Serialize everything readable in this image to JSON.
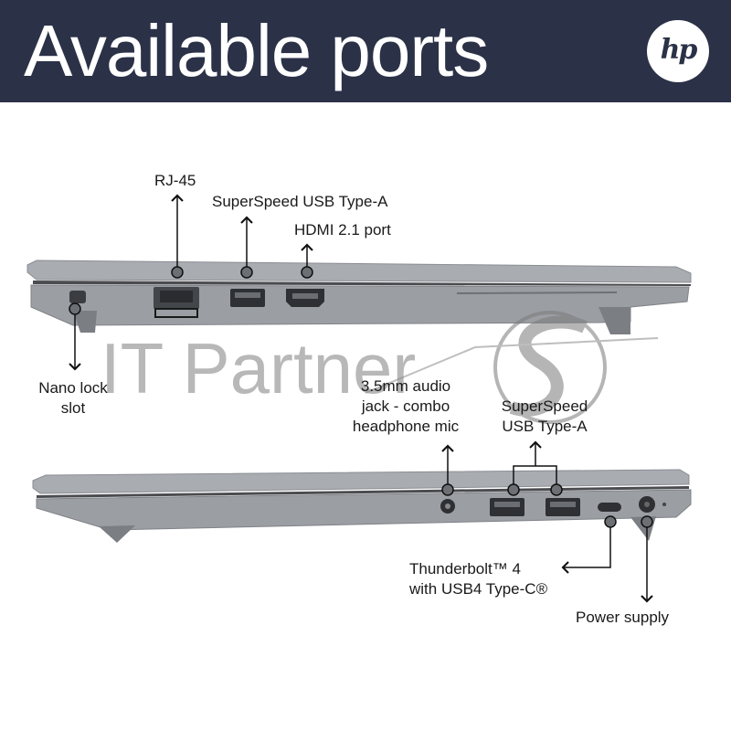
{
  "header": {
    "title": "Available ports",
    "brand_logo": "hp",
    "bg_color": "#2b3147"
  },
  "watermark": "IT Partner",
  "top_view": {
    "labels": {
      "rj45": "RJ-45",
      "usb_a": "SuperSpeed USB Type-A",
      "hdmi": "HDMI 2.1 port",
      "nano_lock_1": "Nano lock",
      "nano_lock_2": "slot"
    }
  },
  "bottom_view": {
    "labels": {
      "audio_1": "3.5mm audio",
      "audio_2": "jack - combo",
      "audio_3": "headphone mic",
      "usb_a_1": "SuperSpeed",
      "usb_a_2": "USB Type-A",
      "thunderbolt_1": "Thunderbolt™ 4",
      "thunderbolt_2": "with USB4 Type-C®",
      "power": "Power supply"
    }
  }
}
